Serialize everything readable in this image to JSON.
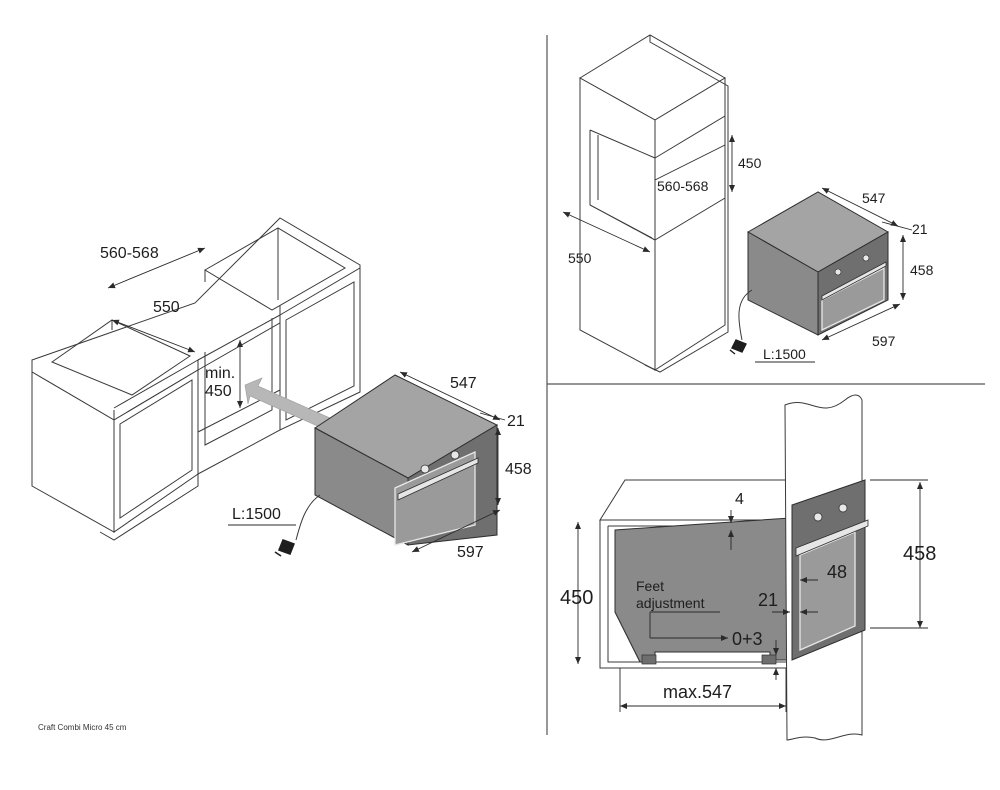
{
  "caption": "Craft Combi Micro 45 cm",
  "views": {
    "cabinet": {
      "dims": {
        "width_range": "560-568",
        "depth": "550",
        "min_label": "min.",
        "min_height": "450",
        "oven_depth": "547",
        "front_thickness": "21",
        "oven_height": "458",
        "oven_width": "597",
        "cable": "L:1500"
      }
    },
    "tall_unit": {
      "dims": {
        "niche_height": "450",
        "width_range": "560-568",
        "depth": "550",
        "oven_depth": "547",
        "front_thickness": "21",
        "oven_height": "458",
        "oven_width": "597",
        "cable": "L:1500"
      }
    },
    "section": {
      "dims": {
        "top_gap": "4",
        "feet_line1": "Feet",
        "feet_line2": "adjustment",
        "handle": "48",
        "front_thickness": "21",
        "adjust": "0+3",
        "niche_height": "450",
        "oven_height": "458",
        "max_depth": "max.547"
      }
    }
  }
}
